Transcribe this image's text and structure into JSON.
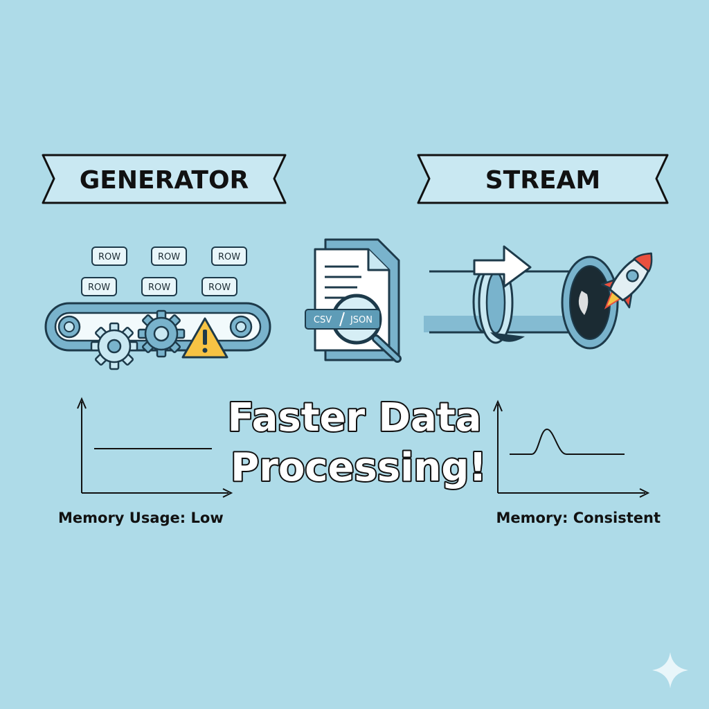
{
  "banners": {
    "left": "GENERATOR",
    "right": "STREAM"
  },
  "rows": [
    "ROW",
    "ROW",
    "ROW",
    "ROW",
    "ROW",
    "ROW"
  ],
  "document": {
    "label_left": "CSV",
    "label_right": "JSON"
  },
  "headline": {
    "line1": "Faster Data",
    "line2": "Processing!"
  },
  "captions": {
    "left": "Memory Usage: Low",
    "right": "Memory: Consistent"
  },
  "colors": {
    "background": "#aedbe8",
    "accent_blue": "#79b3cc",
    "outline": "#1d3a4a",
    "warning": "#f6c344",
    "rocket_red": "#e9503e"
  },
  "icons": [
    "conveyor-belt-icon",
    "gear-icon",
    "warning-icon",
    "document-icon",
    "magnifier-icon",
    "arrow-right-icon",
    "pipe-icon",
    "rocket-icon",
    "sparkle-icon"
  ]
}
